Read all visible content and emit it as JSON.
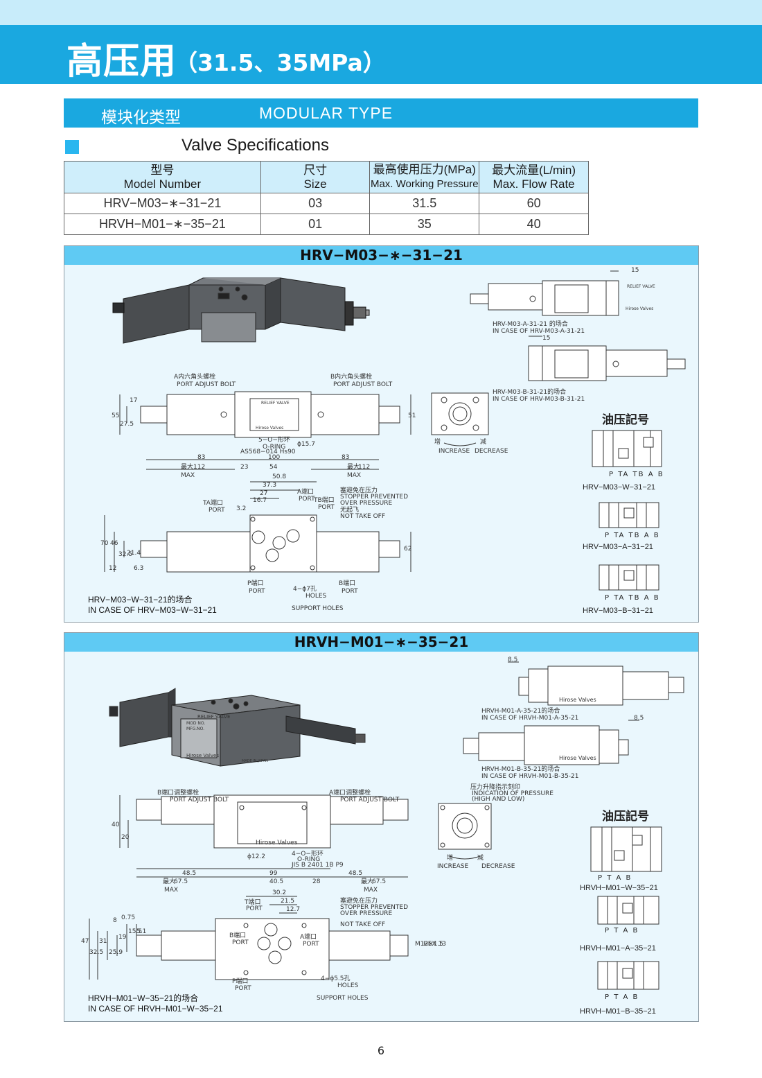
{
  "header": {
    "title_cn": "高压用",
    "title_paren": "（31.5、35MPa）"
  },
  "type_bar": {
    "cn": "模块化类型",
    "en": "MODULAR  TYPE"
  },
  "spec_title": "Valve Specifications",
  "spec_table": {
    "headers": [
      {
        "cn": "型号",
        "en": "Model Number"
      },
      {
        "cn": "尺寸",
        "en": "Size"
      },
      {
        "cn": "最高使用压力(MPa)",
        "en": "Max. Working Pressure"
      },
      {
        "cn": "最大流量(L/min)",
        "en": "Max. Flow Rate"
      }
    ],
    "rows": [
      [
        "HRV−M03−∗−31−21",
        "03",
        "31.5",
        "60"
      ],
      [
        "HRVH−M01−∗−35−21",
        "01",
        "35",
        "40"
      ]
    ]
  },
  "panel1": {
    "title": "HRV−M03−∗−31−21",
    "variant_a": {
      "cn": "HRV-M03-A-31-21 的场合",
      "en": "IN CASE OF HRV-M03-A-31-21"
    },
    "variant_b": {
      "cn": "HRV-M03-B-31-21的场合",
      "en": "IN CASE OF HRV-M03-B-31-21"
    },
    "dim_15": "15",
    "a_bolt": {
      "cn": "A内六角头螺栓",
      "en": "PORT ADJUST BOLT"
    },
    "b_bolt": {
      "cn": "B内六角头螺栓",
      "en": "PORT ADJUST BOLT"
    },
    "nameplate": "RELIEF VALVE",
    "brand": "Hirose Valves",
    "oring": {
      "cn": "5−O−形环",
      "en": "O-RING",
      "spec": "AS568−014 Hs90"
    },
    "dia": "ϕ15.7",
    "dims_top": [
      "55",
      "27.5",
      "17",
      "51",
      "83",
      "100",
      "83",
      "112",
      "23",
      "54",
      "112"
    ],
    "max_cn": "最大",
    "max_en": "MAX",
    "increase_decrease": {
      "inc_cn": "增",
      "dec_cn": "减",
      "inc_en": "INCREASE",
      "dec_en": "DECREASE"
    },
    "symbol_title": "油压記号",
    "symbols": [
      {
        "ports": "P TA TB  A  B",
        "name": "HRV−M03−W−31−21"
      },
      {
        "ports": "P TA TB  A B",
        "name": "HRV−M03−A−31−21"
      },
      {
        "ports": "P TA TB A  B",
        "name": "HRV−M03−B−31−21"
      }
    ],
    "dims_bottom": [
      "50.8",
      "37.3",
      "27",
      "16.7",
      "3.2",
      "70",
      "46",
      "32.5",
      "21.4",
      "12",
      "6.3",
      "62"
    ],
    "ta_port": {
      "cn": "TA端口",
      "en": "PORT"
    },
    "a_port": {
      "cn": "A端口",
      "en": "PORT"
    },
    "tb_port": {
      "cn": "TB端口",
      "en": "PORT"
    },
    "p_port": {
      "cn": "P端口",
      "en": "PORT"
    },
    "b_port": {
      "cn": "B端口",
      "en": "PORT"
    },
    "stopper": {
      "cn": "塞避免在压力",
      "en1": "STOPPER PREVENTED",
      "en2": "OVER PRESSURE",
      "cn2": "无起飞",
      "en3": "NOT TAKE OFF"
    },
    "holes": {
      "l1": "4−ϕ7孔",
      "l2": "HOLES",
      "l3": "SUPPORT HOLES"
    },
    "case": {
      "cn": "HRV−M03−W−31−21的场合",
      "en": "IN CASE OF HRV−M03−W−31−21"
    }
  },
  "panel2": {
    "title": "HRVH−M01−∗−35−21",
    "variant_a": {
      "cn": "HRVH-M01-A-35-21的场合",
      "en": "IN CASE OF HRVH-M01-A-35-21"
    },
    "variant_b": {
      "cn": "HRVH-M01-B-35-21的场合",
      "en": "IN CASE OF HRVH-M01-B-35-21"
    },
    "dim_85": "8.5",
    "nameplate": "RELIEF VALVE",
    "modno": "MOD NO.",
    "mfgno": "MFG.NO.",
    "brand": "Hirose Valves",
    "madein": "MADE IN JAPAN",
    "b_bolt": {
      "cn": "B端口调整螺栓",
      "en": "PORT ADJUST BOLT"
    },
    "a_bolt": {
      "cn": "A端口调整螺栓",
      "en": "PORT ADJUST BOLT"
    },
    "indicator": {
      "cn": "压力升降指示刻印",
      "en1": "INDICATION OF PRESSURE",
      "en2": "(HIGH AND LOW)"
    },
    "oring": {
      "cn": "4−O−形环",
      "en": "O-RING",
      "spec": "JIS B 2401 1B P9"
    },
    "dia": "ϕ12.2",
    "dims_top": [
      "40",
      "20",
      "48.5",
      "99",
      "48.5",
      "67.5",
      "40.5",
      "28",
      "67.5"
    ],
    "max_cn": "最大",
    "max_en": "MAX",
    "increase_decrease": {
      "inc_cn": "增",
      "dec_cn": "减",
      "inc_en": "INCREASE",
      "dec_en": "DECREASE"
    },
    "symbol_title": "油压記号",
    "symbols": [
      {
        "ports": "P T   A  B",
        "name": "HRVH−M01−W−35−21"
      },
      {
        "ports": "P T   A B",
        "name": "HRVH−M01−A−35−21"
      },
      {
        "ports": "P T A   B",
        "name": "HRVH−M01−B−35−21"
      }
    ],
    "dims_bottom": [
      "30.2",
      "21.5",
      "12.7",
      "47",
      "32.5",
      "31",
      "25.9",
      "19",
      "15.5",
      "8",
      "5.1",
      "0.75"
    ],
    "t_port": {
      "cn": "T端口",
      "en": "PORT"
    },
    "b_port": {
      "cn": "B端口",
      "en": "PORT"
    },
    "a_port": {
      "cn": "A端口",
      "en": "PORT"
    },
    "p_port": {
      "cn": "P端口",
      "en": "PORT"
    },
    "stopper": {
      "cn": "塞避免在压力",
      "en1": "STOPPER PREVENTED",
      "en2": "OVER PRESSURE",
      "en3": "NOT TAKE OFF"
    },
    "hex": {
      "l1": "M12×1.5",
      "l2": "HEX 13"
    },
    "holes": {
      "l1": "4−ϕ5.5孔",
      "l2": "HOLES",
      "l3": "SUPPORT HOLES"
    },
    "case": {
      "cn": "HRVH−M01−W−35−21的场合",
      "en": "IN CASE OF HRVH−M01−W−35−21"
    }
  },
  "page_number": "6"
}
